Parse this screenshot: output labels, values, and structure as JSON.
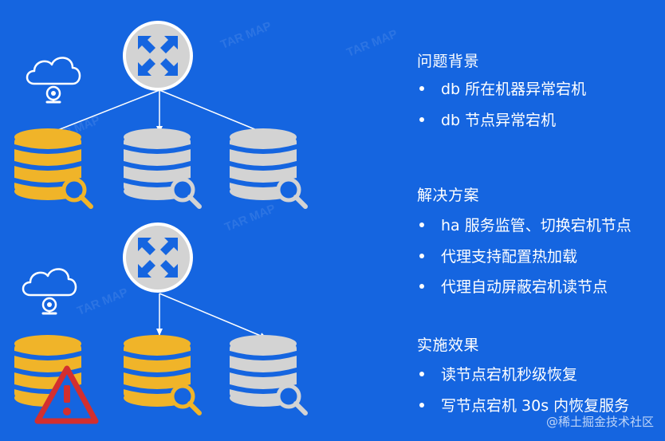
{
  "sections": [
    {
      "title": "问题背景",
      "bullets": [
        "db 所在机器异常宕机",
        "db 节点异常宕机"
      ]
    },
    {
      "title": "解决方案",
      "bullets": [
        "ha 服务监管、切换宕机节点",
        "代理支持配置热加载",
        "代理自动屏蔽宕机读节点"
      ]
    },
    {
      "title": "实施效果",
      "bullets": [
        "读节点宕机秒级恢复",
        "写节点宕机 30s 内恢复服务"
      ]
    }
  ],
  "watermark": "@稀土掘金技术社区",
  "colors": {
    "background": "#1565e0",
    "primary_db": "#f0b429",
    "replica_db": "#d3d3d3",
    "db_stripe": "#1565e0",
    "warning": "#d32f2f",
    "text": "#ffffff"
  },
  "icons": {
    "router": "router-icon",
    "cloud": "cloud-camera-icon",
    "magnifier": "magnifier-icon",
    "warning": "warning-icon"
  }
}
